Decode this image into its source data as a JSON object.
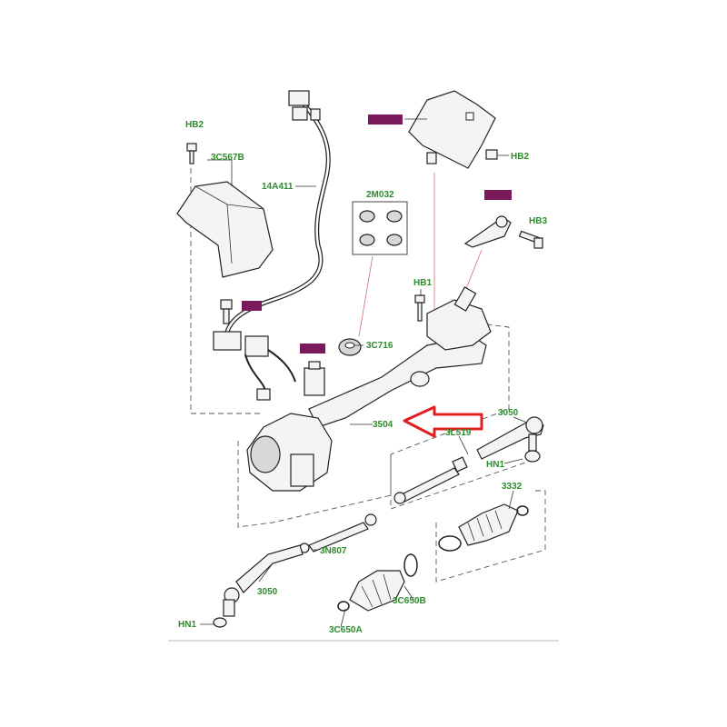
{
  "labels": {
    "hb2_left": "HB2",
    "p3c567b": "3C567B",
    "p14a411": "14A411",
    "p2m032": "2M032",
    "hb2_right": "HB2",
    "hb3": "HB3",
    "hb1": "HB1",
    "p3c716": "3C716",
    "p3504": "3504",
    "p3050_right": "3050",
    "p3l519": "3L519",
    "hn1_right": "HN1",
    "p3332": "3332",
    "p3n807": "3N807",
    "p3050_left": "3050",
    "p3c650b": "3C650B",
    "hn1_left": "HN1",
    "p3c650a": "3C650A"
  },
  "colors": {
    "label_green": "#2e8b2e",
    "highlight": "#7a1a5a",
    "arrow_red": "#e02020"
  }
}
